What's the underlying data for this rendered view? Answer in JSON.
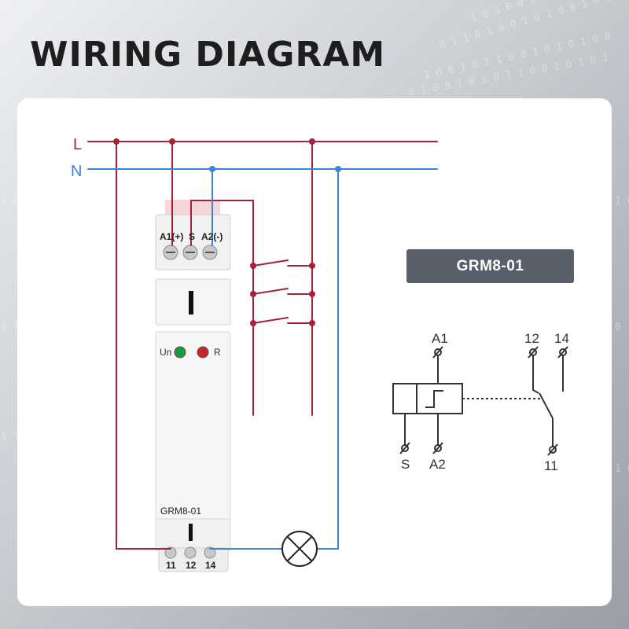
{
  "page": {
    "title": "WIRING DIAGRAM",
    "model_badge": "GRM8-01"
  },
  "lines": {
    "live_label": "L",
    "neutral_label": "N",
    "live_color": "#a3233a",
    "neutral_color": "#3c82e0"
  },
  "device": {
    "top_terminals": [
      "A1(+)",
      "S",
      "A2(-)"
    ],
    "indicators": [
      {
        "label": "Un",
        "color": "#1a9a3a"
      },
      {
        "label": "R",
        "color": "#c62828"
      }
    ],
    "model_label": "GRM8-01",
    "bottom_terminals": [
      "11",
      "12",
      "14"
    ]
  },
  "schematic": {
    "coil_top_label": "A1",
    "coil_bottom_labels": [
      "S",
      "A2"
    ],
    "contact_labels": [
      "12",
      "14",
      "11"
    ]
  }
}
